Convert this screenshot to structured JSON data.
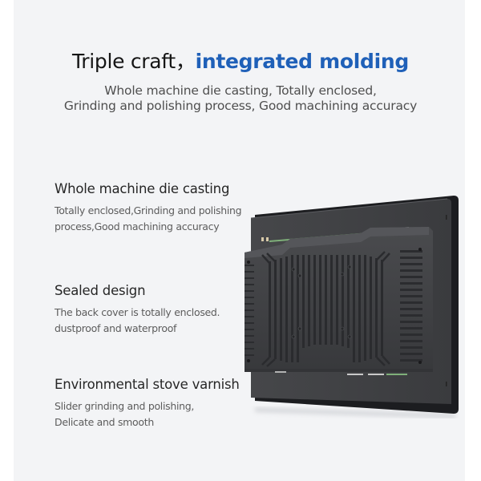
{
  "header": {
    "title_lead": "Triple craft",
    "title_separator": "，",
    "title_accent": "integrated molding",
    "subtitle_line1": "Whole machine die casting, Totally enclosed,",
    "subtitle_line2": "Grinding and polishing process, Good machining accuracy"
  },
  "features": [
    {
      "heading": "Whole machine die casting",
      "line1": "Totally enclosed,Grinding and polishing",
      "line2": "process,Good machining accuracy"
    },
    {
      "heading": "Sealed design",
      "line1": "The back cover is totally enclosed.",
      "line2": "dustproof and waterproof"
    },
    {
      "heading": "Environmental stove varnish",
      "line1": "Slider grinding and polishing,",
      "line2": "Delicate and smooth"
    }
  ],
  "image": {
    "subject": "industrial-panel-pc-rear-view",
    "colors": {
      "accent": "#1f60b8",
      "background": "#f3f4f6",
      "device_body": "#3c3d40",
      "device_frame": "#1c1d20"
    }
  }
}
